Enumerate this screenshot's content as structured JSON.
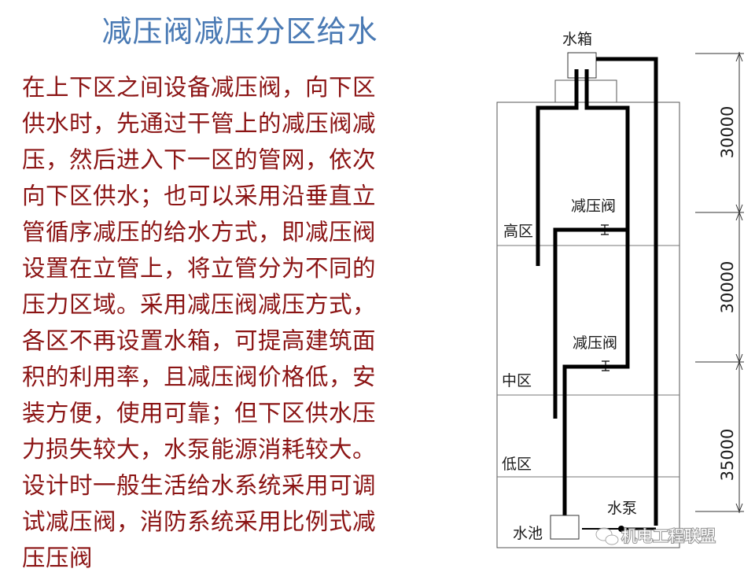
{
  "title": "减压阀减压分区给水",
  "body_lines": [
    "在上下区之间设备减压阀，向下区",
    "供水时，先通过干管上的减压阀减",
    "压，然后进入下一区的管网，依次",
    "向下区供水；也可以采用沿垂直立",
    "管循序减压的给水方式，即减压阀",
    "设置在立管上，将立管分为不同的",
    "压力区域。采用减压阀减压方式，",
    "各区不再设置水箱，可提高建筑面",
    "积的利用率，且减压阀价格低，安",
    "装方便，使用可靠；但下区供水压",
    "力损失较大，水泵能源消耗较大。",
    "设计时一般生活给水系统采用可调",
    "试减压阀，消防系统采用比例式减",
    "压压阀"
  ],
  "diagram": {
    "tank_label": "水箱",
    "zone_high": "高区",
    "zone_mid": "中区",
    "zone_low": "低区",
    "prv_label_1": "减压阀",
    "prv_label_2": "减压阀",
    "pool_label": "水池",
    "pump_label": "水泵",
    "dim_1": "30000",
    "dim_2": "30000",
    "dim_3": "35000"
  },
  "watermark": "机电工程联盟",
  "colors": {
    "title": "#4a7ab4",
    "body_text": "#8b1414",
    "pipe": "#000000"
  }
}
